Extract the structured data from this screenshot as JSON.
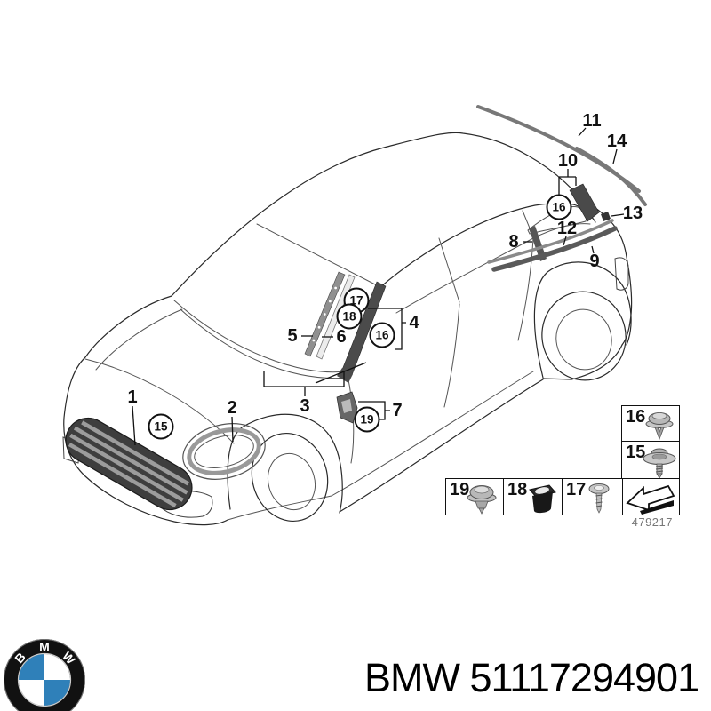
{
  "colors": {
    "bmw_blue": "#2f80b9",
    "line": "#222222",
    "muted_text": "#777777",
    "trim_dark": "#4a4a4a"
  },
  "diagram": {
    "drawing_number": "479217",
    "callouts": [
      {
        "label": "1",
        "circled": false
      },
      {
        "label": "2",
        "circled": false
      },
      {
        "label": "3",
        "circled": false
      },
      {
        "label": "4",
        "circled": false
      },
      {
        "label": "5",
        "circled": false
      },
      {
        "label": "6",
        "circled": false
      },
      {
        "label": "7",
        "circled": false
      },
      {
        "label": "8",
        "circled": false
      },
      {
        "label": "9",
        "circled": false
      },
      {
        "label": "10",
        "circled": false
      },
      {
        "label": "11",
        "circled": false
      },
      {
        "label": "12",
        "circled": false
      },
      {
        "label": "13",
        "circled": false
      },
      {
        "label": "14",
        "circled": false
      },
      {
        "label": "15",
        "circled": true
      },
      {
        "label": "16",
        "circled": true
      },
      {
        "label": "16",
        "circled": true
      },
      {
        "label": "17",
        "circled": true
      },
      {
        "label": "18",
        "circled": true
      },
      {
        "label": "19",
        "circled": true
      }
    ]
  },
  "legend": {
    "cells": [
      {
        "label": "16",
        "icon": "expanding-rivet-clip"
      },
      {
        "label": "15",
        "icon": "washer-screw-clip"
      },
      {
        "label": "19",
        "icon": "push-pin-clip"
      },
      {
        "label": "18",
        "icon": "rubber-grommet"
      },
      {
        "label": "17",
        "icon": "self-tapping-screw"
      },
      {
        "label": "",
        "icon": "installation-direction-arrow"
      }
    ]
  },
  "footer": {
    "text": "BMW 51117294901",
    "logo_letters": [
      "B",
      "M",
      "W"
    ]
  }
}
